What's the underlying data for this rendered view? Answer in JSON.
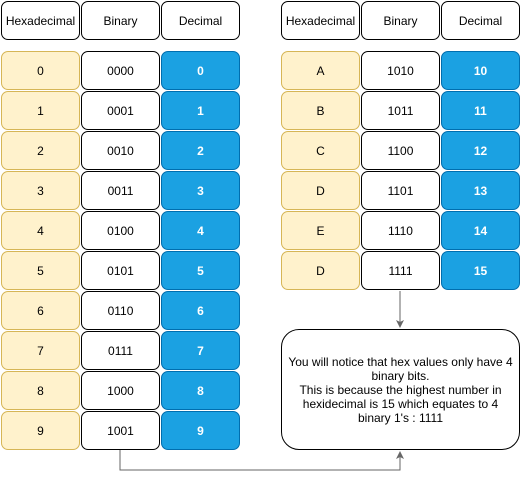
{
  "headers": {
    "hex": "Hexadecimal",
    "bin": "Binary",
    "dec": "Decimal"
  },
  "left_table": [
    {
      "hex": "0",
      "bin": "0000",
      "dec": "0"
    },
    {
      "hex": "1",
      "bin": "0001",
      "dec": "1"
    },
    {
      "hex": "2",
      "bin": "0010",
      "dec": "2"
    },
    {
      "hex": "3",
      "bin": "0011",
      "dec": "3"
    },
    {
      "hex": "4",
      "bin": "0100",
      "dec": "4"
    },
    {
      "hex": "5",
      "bin": "0101",
      "dec": "5"
    },
    {
      "hex": "6",
      "bin": "0110",
      "dec": "6"
    },
    {
      "hex": "7",
      "bin": "0111",
      "dec": "7"
    },
    {
      "hex": "8",
      "bin": "1000",
      "dec": "8"
    },
    {
      "hex": "9",
      "bin": "1001",
      "dec": "9"
    }
  ],
  "right_table": [
    {
      "hex": "A",
      "bin": "1010",
      "dec": "10"
    },
    {
      "hex": "B",
      "bin": "1011",
      "dec": "11"
    },
    {
      "hex": "C",
      "bin": "1100",
      "dec": "12"
    },
    {
      "hex": "D",
      "bin": "1101",
      "dec": "13"
    },
    {
      "hex": "E",
      "bin": "1110",
      "dec": "14"
    },
    {
      "hex": "D",
      "bin": "1111",
      "dec": "15"
    }
  ],
  "note": {
    "line1": "You will notice that hex values only have 4 binary bits.",
    "line2": "This is because the highest number in hexidecimal is 15 which equates to 4 binary 1's : 1111"
  },
  "colors": {
    "hex_fill": "#fff2cc",
    "hex_stroke": "#d6b656",
    "dec_fill": "#1ba1e2",
    "dec_stroke": "#006eaf",
    "connector": "#666666"
  }
}
